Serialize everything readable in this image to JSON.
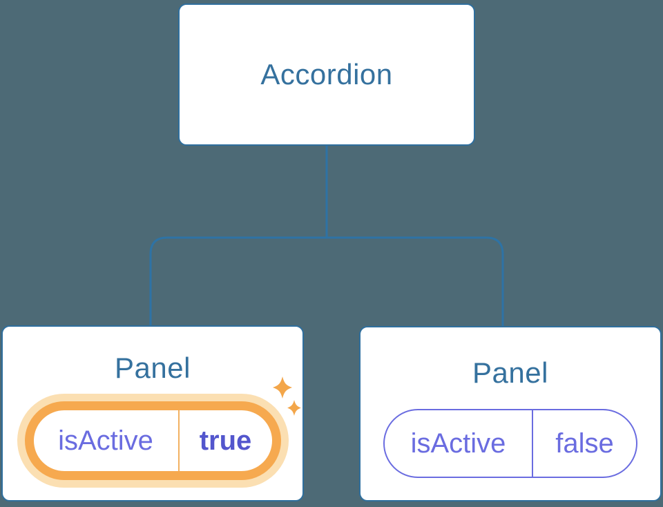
{
  "colors": {
    "background": "#4d6a76",
    "connector_line": "#2e73a5",
    "node_border": "#2f6f9e",
    "node_text": "#35719e",
    "state_purple": "#6a6ce0",
    "state_value_strong": "#5356cd",
    "highlight_ring": "#f6a94f",
    "highlight_halo": "#fbdfb2",
    "highlight_divider": "#f2b161",
    "sparkle": "#f3a64a"
  },
  "diagram": {
    "type": "component-tree",
    "root": {
      "label": "Accordion"
    },
    "panels": [
      {
        "title": "Panel",
        "state_key": "isActive",
        "state_value": "true",
        "highlighted": true
      },
      {
        "title": "Panel",
        "state_key": "isActive",
        "state_value": "false",
        "highlighted": false
      }
    ]
  }
}
